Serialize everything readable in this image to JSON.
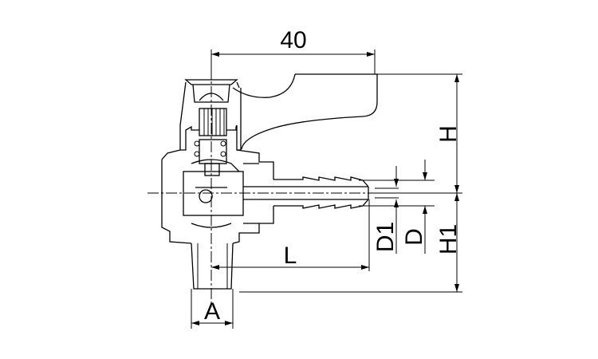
{
  "drawing": {
    "title": "Ball valve with hose barb - dimension drawing",
    "labels": {
      "width_40": "40",
      "H": "H",
      "H1": "H1",
      "D": "D",
      "D1": "D1",
      "L": "L",
      "A": "A"
    }
  }
}
